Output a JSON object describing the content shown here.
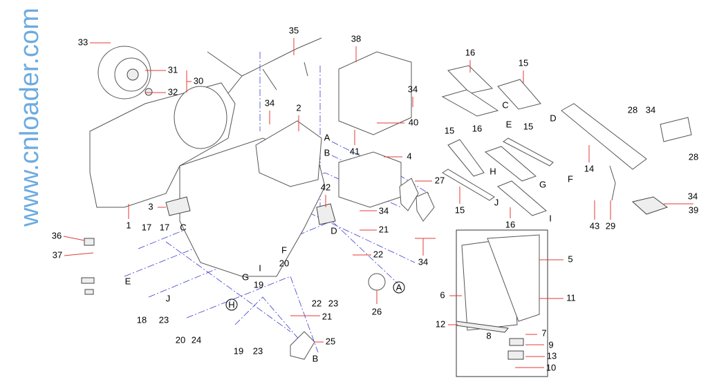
{
  "title": "Heater / evaporator unit exploded parts diagram",
  "watermark": "www.cnloader.com",
  "labels": [
    "33",
    "35",
    "38",
    "16",
    "15",
    "31",
    "30",
    "32",
    "34",
    "C",
    "D",
    "34",
    "2",
    "40",
    "15",
    "E",
    "28",
    "34",
    "16",
    "15",
    "14",
    "41",
    "A",
    "B",
    "4",
    "H",
    "G",
    "F",
    "28",
    "27",
    "42",
    "15",
    "J",
    "34",
    "3",
    "34",
    "1",
    "16",
    "I",
    "43",
    "29",
    "39",
    "17",
    "17",
    "C",
    "D",
    "21",
    "36",
    "34",
    "37",
    "F",
    "20",
    "22",
    "5",
    "G",
    "I",
    "19",
    "E",
    "A",
    "6",
    "11",
    "J",
    "H",
    "22",
    "23",
    "26",
    "21",
    "18",
    "23",
    "20",
    "24",
    "12",
    "8",
    "7",
    "9",
    "25",
    "19",
    "23",
    "B",
    "13",
    "10"
  ]
}
